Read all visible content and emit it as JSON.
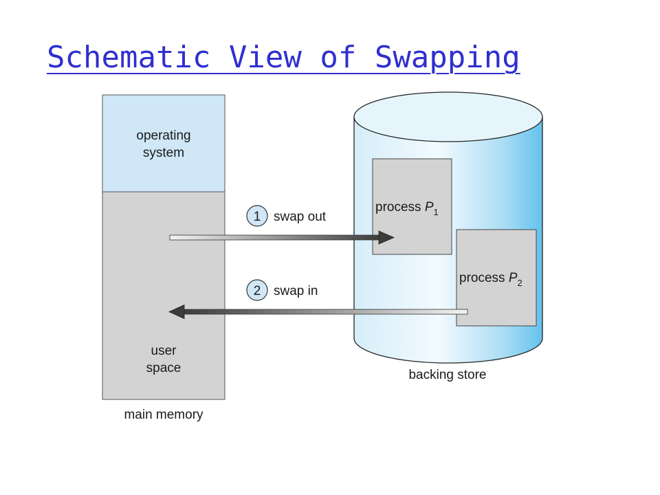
{
  "title": "Schematic View of Swapping",
  "main_memory": {
    "os_label_line1": "operating",
    "os_label_line2": "system",
    "user_label_line1": "user",
    "user_label_line2": "space",
    "caption": "main memory"
  },
  "backing_store": {
    "caption": "backing store",
    "p1": {
      "prefix": "process",
      "var": "P",
      "sub": "1"
    },
    "p2": {
      "prefix": "process",
      "var": "P",
      "sub": "2"
    }
  },
  "arrows": {
    "swap_out": {
      "step": "1",
      "label": "swap out"
    },
    "swap_in": {
      "step": "2",
      "label": "swap in"
    }
  },
  "colors": {
    "title": "#2f2fd0",
    "os_fill": "#cfe7f7",
    "user_fill": "#d3d3d3",
    "cylinder_light": "#e7f5fc",
    "cylinder_dark": "#6cc6f0",
    "process_fill": "#d3d3d3"
  }
}
